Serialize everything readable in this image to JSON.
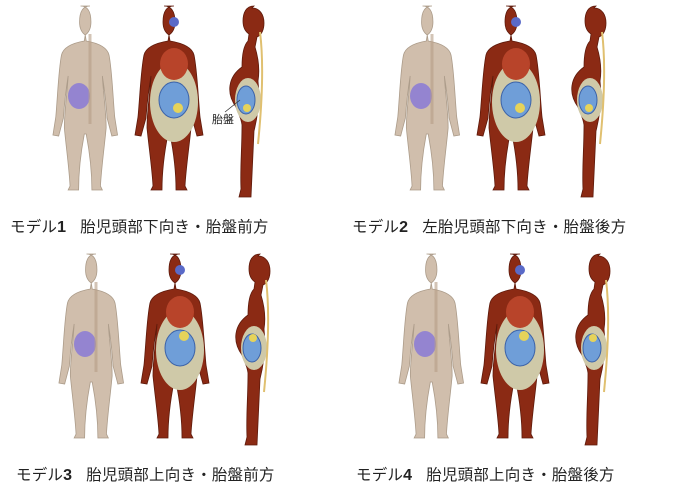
{
  "panels": [
    {
      "model": "モデル",
      "num": "1",
      "desc": "胎児頭部下向き・胎盤前方",
      "annotation": "胎盤"
    },
    {
      "model": "モデル",
      "num": "2",
      "desc": "左胎児頭部下向き・胎盤後方"
    },
    {
      "model": "モデル",
      "num": "3",
      "desc": "胎児頭部上向き・胎盤前方"
    },
    {
      "model": "モデル",
      "num": "4",
      "desc": "胎児頭部上向き・胎盤後方"
    }
  ],
  "colors": {
    "skin_translucent": "#c8b39e",
    "muscle": "#8b2a14",
    "fat": "#cfc9a8",
    "uterus": "#6f9ed8",
    "fetus": "#e6d35a",
    "placenta_violet": "#8a7ad6"
  },
  "views": [
    "transparent-oblique",
    "coronal-section",
    "sagittal-section"
  ]
}
